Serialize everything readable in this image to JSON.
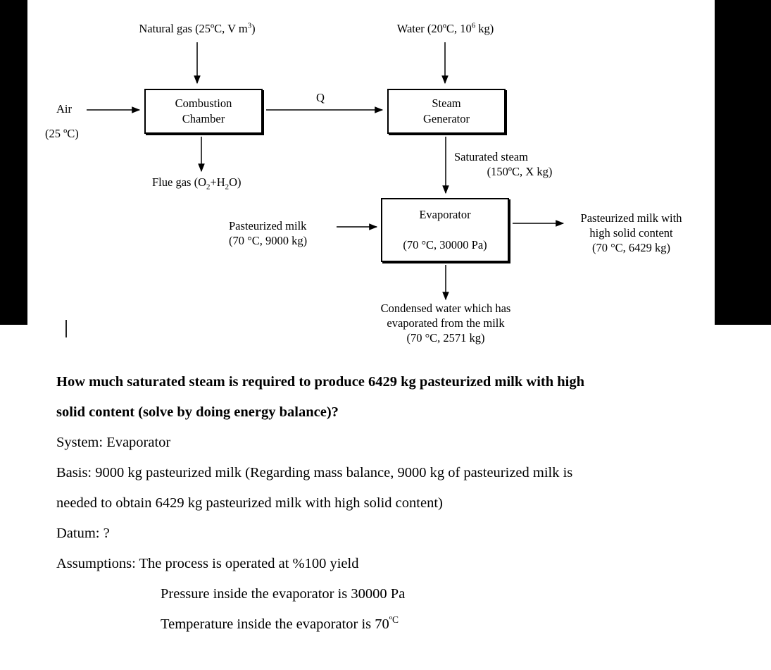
{
  "diagram": {
    "title": "Milk evaporation process flow diagram",
    "nodes": [
      {
        "id": "combustion-chamber",
        "line1": "Combustion",
        "line2": "Chamber"
      },
      {
        "id": "steam-generator",
        "line1": "Steam",
        "line2": "Generator"
      },
      {
        "id": "evaporator",
        "line1": "Evaporator",
        "line2": "(70 °C, 30000 Pa)"
      }
    ],
    "labels": {
      "natural_gas": "Natural gas (25ºC, V m3)",
      "natural_gas_pre": "Natural gas (25ºC, V m",
      "natural_gas_sup": "3",
      "natural_gas_post": ")",
      "water_pre": "Water (20ºC, 10",
      "water_sup": "6",
      "water_post": " kg)",
      "air": "Air",
      "air_temp": "(25 ºC)",
      "heat_q": "Q",
      "flue_gas_pre": "Flue gas (O",
      "flue_gas_sub1": "2",
      "flue_gas_mid": "+H",
      "flue_gas_sub2": "2",
      "flue_gas_post": "O)",
      "saturated_steam_l1": "Saturated steam",
      "saturated_steam_l2": "(150ºC, X kg)",
      "pasteurized_milk_l1": "Pasteurized milk",
      "pasteurized_milk_l2": "(70 °C, 9000 kg)",
      "product_l1": "Pasteurized milk with",
      "product_l2": "high solid content",
      "product_l3": "(70 °C, 6429 kg)",
      "condensate_l1": "Condensed water which has",
      "condensate_l2": "evaporated from the milk",
      "condensate_l3": "(70 °C, 2571 kg)"
    }
  },
  "prose": {
    "question_l1": "How much saturated steam is required to produce 6429 kg pasteurized milk with high",
    "question_l2": "solid content (solve by doing energy balance)?",
    "system": "System: Evaporator",
    "basis_l1": "Basis: 9000 kg pasteurized milk (Regarding mass balance, 9000 kg of pasteurized milk is",
    "basis_l2": "needed to obtain 6429 kg pasteurized milk with high solid content)",
    "datum": "Datum: ?",
    "assumptions_l1": "Assumptions: The process is operated at %100 yield",
    "assumptions_l2": "Pressure inside the evaporator is 30000 Pa",
    "assumptions_l3_pre": "Temperature inside the evaporator is 70",
    "assumptions_l3_sup": "ºC"
  },
  "colors": {
    "ink": "#000000",
    "paper": "#ffffff",
    "letterbox": "#000000"
  }
}
